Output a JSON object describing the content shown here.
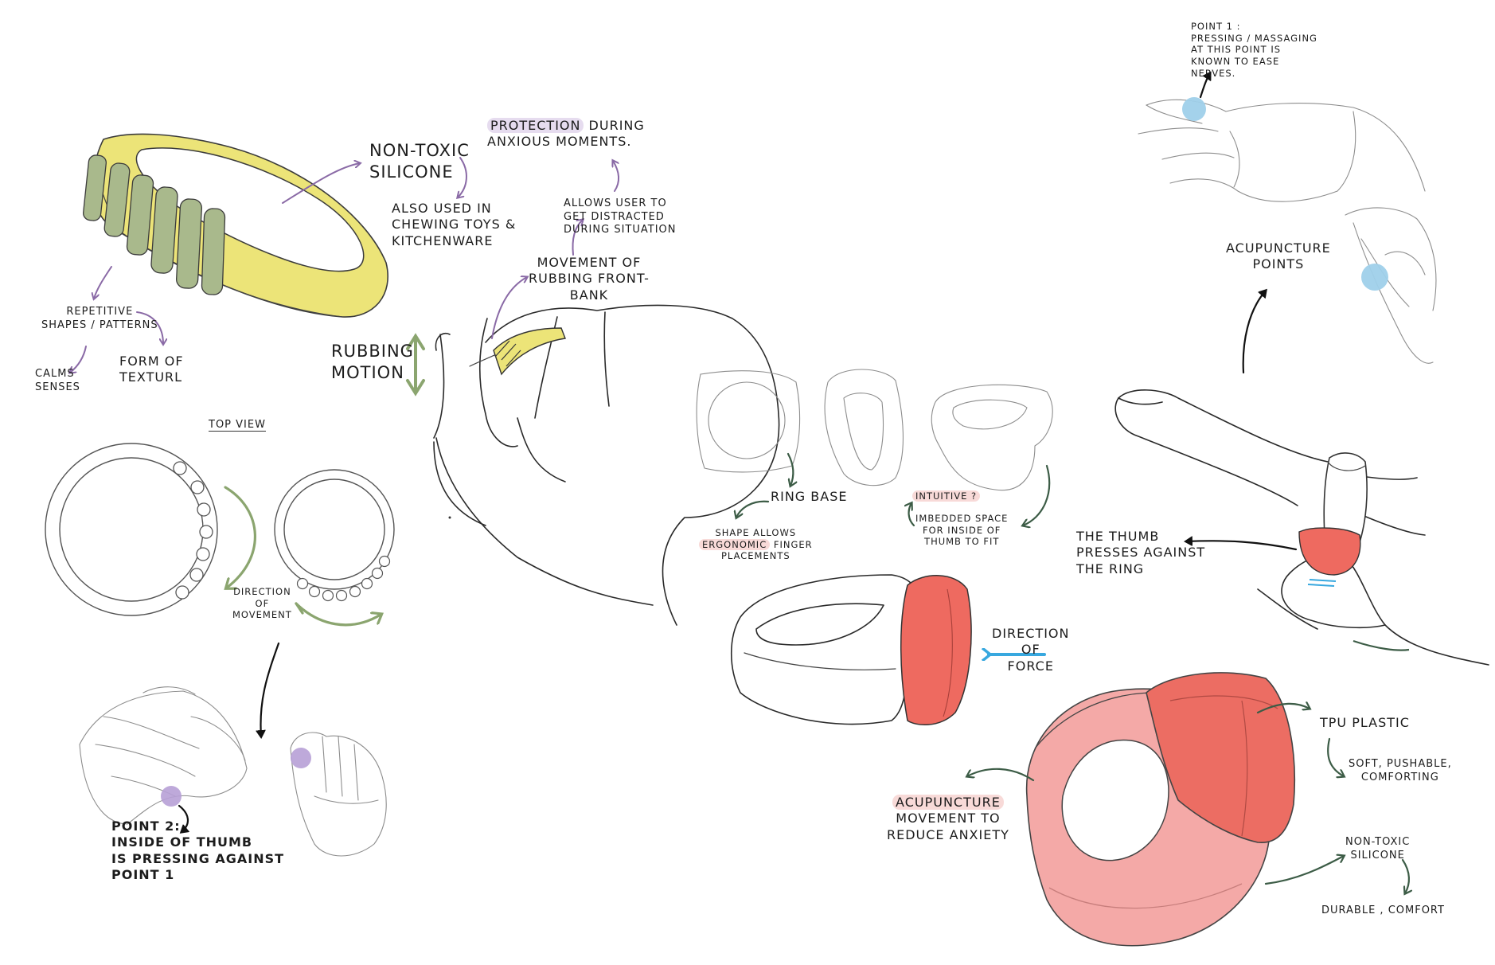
{
  "colors": {
    "silicone_yellow": "#ece478",
    "texture_green": "#a9b98c",
    "pad_red": "#ee6a60",
    "ring_pink": "#f4a9a7",
    "point_blue": "#9fd0ea",
    "point_purple": "#b7a0d6",
    "arrow_green": "#3c5c46",
    "arrow_purple": "#8a6aa6",
    "arrow_blue": "#38a8df"
  },
  "icons": {
    "pressure_point_blue": "circle-marker",
    "pressure_point_purple": "circle-marker"
  },
  "notes": {
    "non_toxic_silicone_top": "NON-TOXIC\nSILICONE",
    "also_used": "ALSO USED IN\nCHEWING TOYS &\nKITCHENWARE",
    "repetitive": "REPETITIVE\nSHAPES / PATTERNS",
    "calms": "CALMS\nSENSES",
    "form_of": "FORM OF\nTEXTURL",
    "protection_hl": "PROTECTION",
    "protection_rest": " DURING\nANXIOUS MOMENTS.",
    "allows_user": "ALLOWS USER TO\nGET DISTRACTED\nDURING SITUATION",
    "movement_rubbing": "MOVEMENT OF\nRUBBING FRONT-\nBANK",
    "rubbing_motion": "RUBBING\nMOTION",
    "top_view": "TOP VIEW",
    "direction_movement": "DIRECTION\nOF\nMOVEMENT",
    "point2": "POINT 2:\nINSIDE OF THUMB\nIS PRESSING AGAINST\nPOINT 1",
    "ring_base": "RING BASE",
    "shape_allows_1": "SHAPE ALLOWS",
    "shape_allows_hl": "ERGONOMIC",
    "shape_allows_2": " FINGER\nPLACEMENTS",
    "intuitive": "INTUITIVE ?",
    "imbedded": "IMBEDDED SPACE\nFOR INSIDE OF\nTHUMB TO FIT",
    "direction_force": "DIRECTION\nOF\nFORCE",
    "point1": "POINT 1 :\nPRESSING / MASSAGING\nAT THIS POINT IS\nKNOWN TO EASE\nNERVES.",
    "acupuncture_points": "ACUPUNCTURE\nPOINTS",
    "thumb_presses": "THE THUMB\nPRESSES AGAINST\nTHE RING",
    "tpu_plastic": "TPU PLASTIC",
    "soft_pushable": "SOFT, PUSHABLE,\nCOMFORTING",
    "non_toxic_silicone_bottom": "NON-TOXIC\nSILICONE",
    "durable": "DURABLE , COMFORT",
    "acupuncture_hl": "ACUPUNCTURE",
    "acupuncture_rest": "\nMOVEMENT TO\nREDUCE ANXIETY"
  }
}
